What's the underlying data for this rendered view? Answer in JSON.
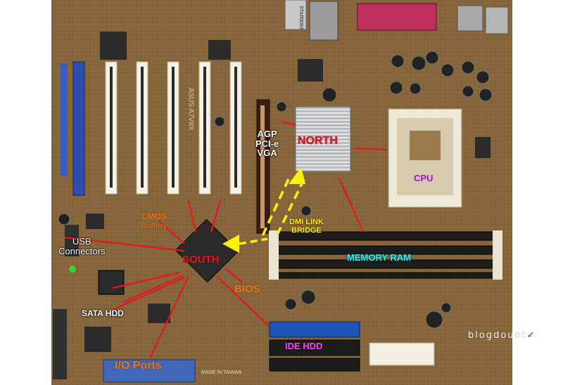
{
  "labels": {
    "agp": [
      "AGP",
      "PCI-e",
      "VGA"
    ],
    "north": "NORTH",
    "cpu": "CPU",
    "cmos": [
      "CMOS",
      "Battery"
    ],
    "usb": [
      "USB",
      "Connectors"
    ],
    "dmi": [
      "DMI LINK",
      "BRIDGE"
    ],
    "south": "SOUTH",
    "memory": "MEMORY RAM",
    "bios": "BIOS",
    "sata": "SATA HDD",
    "ide": "IDE HDD",
    "io": "I/O Ports"
  },
  "board_marks": {
    "model": "ASUS A7V8X",
    "made_in": "MADE IN TAIWAN",
    "chip_a": "STAR0093"
  },
  "watermark": "blogdouot",
  "colors": {
    "pcb": "#8a6a3c",
    "annotation_red": "#e8141e",
    "arrow_yellow": "#fff200",
    "memory_cyan": "#25f2f5",
    "cpu_purple": "#a010c8",
    "ide_magenta": "#ff40ff"
  }
}
